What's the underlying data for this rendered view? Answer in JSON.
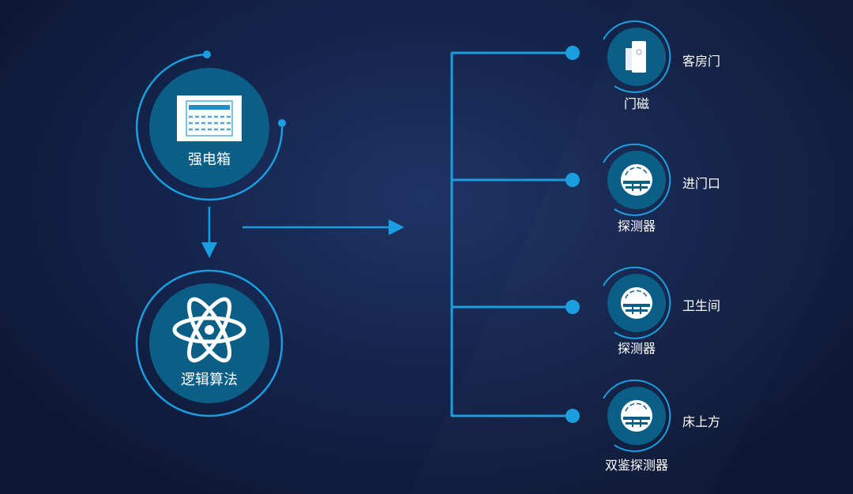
{
  "colors": {
    "line": "#1a9ee0",
    "node_fill": "#0b5f86",
    "ring": "#1a9ee0"
  },
  "left_nodes": [
    {
      "label": "强电箱",
      "icon": "electrical-box-icon"
    },
    {
      "label": "逻辑算法",
      "icon": "atom-icon"
    }
  ],
  "devices": [
    {
      "name": "门磁",
      "location": "客房门",
      "icon": "door-sensor-icon"
    },
    {
      "name": "探测器",
      "location": "进门口",
      "icon": "detector-icon"
    },
    {
      "name": "探测器",
      "location": "卫生间",
      "icon": "detector-icon"
    },
    {
      "name": "双鉴探测器",
      "location": "床上方",
      "icon": "detector-icon"
    }
  ]
}
